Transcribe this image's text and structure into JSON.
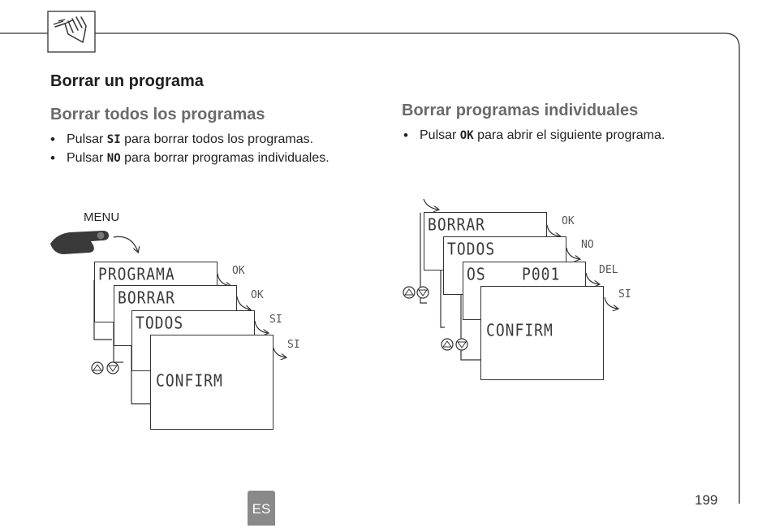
{
  "page": {
    "title": "Borrar un programa",
    "section_all": {
      "title": "Borrar todos los programas",
      "bullets": [
        {
          "before": "Pulsar ",
          "key": "SI",
          "after": " para borrar todos los programas."
        },
        {
          "before": "Pulsar ",
          "key": "NO",
          "after": " para borrar programas individuales."
        }
      ]
    },
    "section_individual": {
      "title": "Borrar programas individuales",
      "bullets": [
        {
          "before": "Pulsar ",
          "key": "OK",
          "after": " para abrir el siguiente programa."
        }
      ]
    },
    "diagram_left": {
      "menu_label": "MENU",
      "screens": [
        "PROGRAMA",
        "BORRAR",
        "TODOS",
        "CONFIRM"
      ],
      "softkeys": [
        "OK",
        "OK",
        "SI",
        "SI"
      ]
    },
    "diagram_right": {
      "screens": [
        "BORRAR",
        "TODOS",
        "OS",
        "CONFIRM"
      ],
      "screen3_right": "P001",
      "softkeys": [
        "OK",
        "NO",
        "DEL",
        "SI"
      ]
    },
    "footer": {
      "language": "ES",
      "page_number": "199"
    }
  },
  "icons": [
    "hand-gesture-icon",
    "hand-press-icon",
    "up-arrow-icon",
    "down-arrow-icon",
    "curved-arrow-icon"
  ],
  "colors": {
    "text": "#1e1e1e",
    "subtitle": "#6a6a6a",
    "tab": "#8a8a8a",
    "lines": "#333333"
  }
}
